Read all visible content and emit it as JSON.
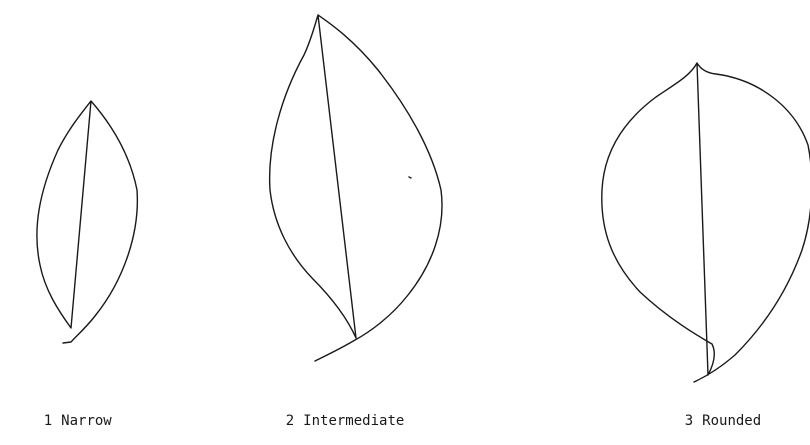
{
  "leaf_shapes": [
    {
      "number": "1",
      "label": "Narrow"
    },
    {
      "number": "2",
      "label": "Intermediate"
    },
    {
      "number": "3",
      "label": "Rounded"
    }
  ],
  "colors": {
    "line": "#1a1a1a",
    "background": "#ffffff"
  }
}
